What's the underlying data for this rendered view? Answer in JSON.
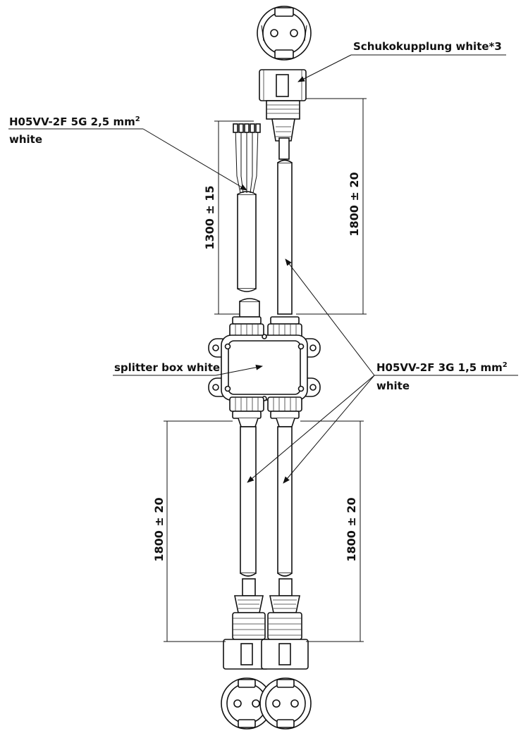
{
  "labels": {
    "schuko_coupling": "Schukokupplung white*3",
    "input_cable_line1": "H05VV-2F 5G 2,5 mm",
    "input_cable_sup": "2",
    "input_cable_line2": "white",
    "splitter_box": "splitter box white",
    "output_cable_line1": "H05VV-2F 3G 1,5 mm",
    "output_cable_sup": "2",
    "output_cable_line2": "white"
  },
  "dimensions": {
    "input_cable_length": "1300 ± 15",
    "top_output_length": "1800 ± 20",
    "bottom_left_output_length": "1800 ± 20",
    "bottom_right_output_length": "1800 ± 20"
  }
}
